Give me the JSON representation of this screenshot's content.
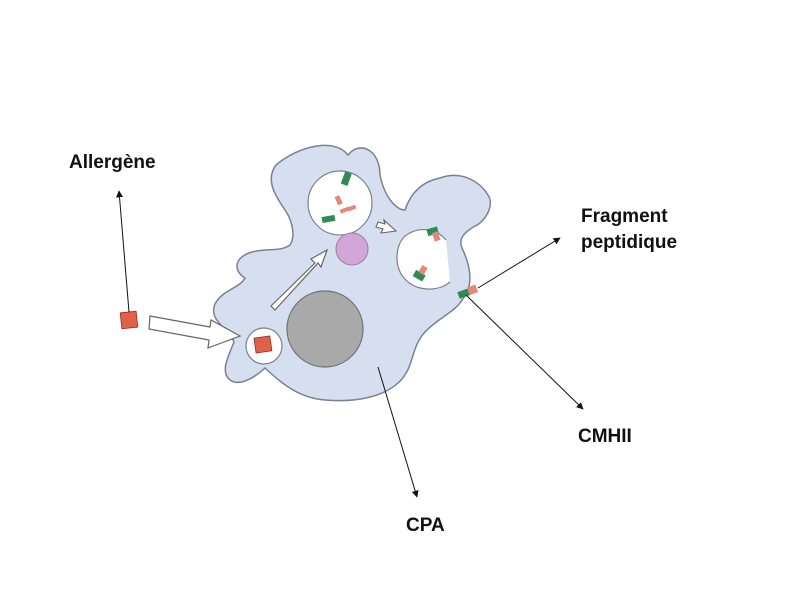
{
  "labels": {
    "allergen": "Allergène",
    "peptide_fragment_line1": "Fragment",
    "peptide_fragment_line2": "peptidique",
    "mhc_ii": "CMHII",
    "apc": "CPA"
  },
  "colors": {
    "background": "#ffffff",
    "cell_fill": "#d6dff0",
    "cell_stroke": "#7a8190",
    "nucleus_fill": "#a9a9a9",
    "lysosome_fill": "#d2a6d6",
    "allergen_fill": "#e0604a",
    "mhc_fill": "#2f8a55",
    "peptide_fill": "#e3897a",
    "arrow_color": "#111111"
  }
}
